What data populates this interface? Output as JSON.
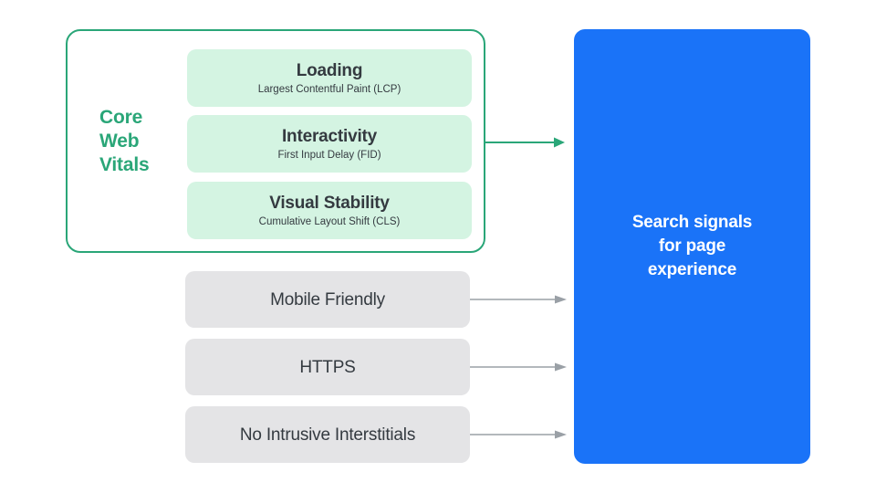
{
  "diagram": {
    "title": "Search signals for page experience",
    "colors": {
      "green_accent": "#2aa678",
      "green_card": "#d4f4e2",
      "gray_card": "#e4e4e6",
      "blue_box": "#1a73f8",
      "arrow_gray": "#9aa0a6",
      "text_dark": "#343a40"
    }
  },
  "core_web_vitals": {
    "group_label": "Core\nWeb\nVitals",
    "group_label_lines": [
      "Core",
      "Web",
      "Vitals"
    ],
    "metrics": [
      {
        "title": "Loading",
        "subtitle": "Largest Contentful Paint (LCP)"
      },
      {
        "title": "Interactivity",
        "subtitle": "First Input Delay (FID)"
      },
      {
        "title": "Visual Stability",
        "subtitle": "Cumulative Layout Shift (CLS)"
      }
    ]
  },
  "other_signals": [
    {
      "label": "Mobile Friendly"
    },
    {
      "label": "HTTPS"
    },
    {
      "label": "No Intrusive Interstitials"
    }
  ],
  "result": {
    "text": "Search signals\nfor page\nexperience",
    "lines": [
      "Search signals",
      "for page",
      "experience"
    ]
  },
  "arrows": [
    {
      "name": "arrow-core-web-vitals",
      "color": "#2aa678"
    },
    {
      "name": "arrow-mobile-friendly",
      "color": "#9aa0a6"
    },
    {
      "name": "arrow-https",
      "color": "#9aa0a6"
    },
    {
      "name": "arrow-no-intrusive-interstitials",
      "color": "#9aa0a6"
    }
  ]
}
